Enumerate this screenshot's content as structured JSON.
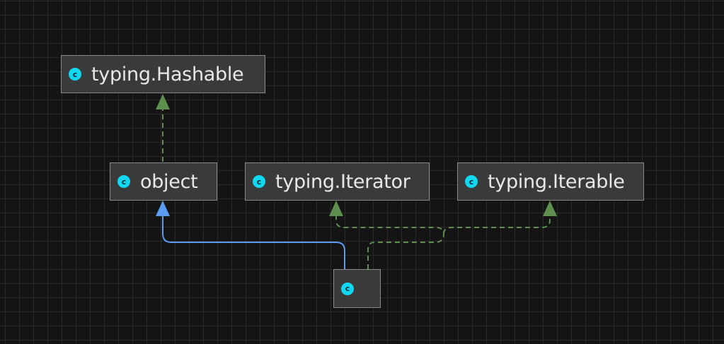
{
  "diagram": {
    "icon_letter": "c",
    "icon_color": "#10d8f0",
    "node_bg": "#3a3a3a",
    "node_border": "#8a8a8a",
    "inherit_edge_color": "#5b9bf0",
    "implement_edge_color": "#5f8f4e",
    "nodes": [
      {
        "id": "hashable",
        "label": "typing.Hashable"
      },
      {
        "id": "object",
        "label": "object"
      },
      {
        "id": "iterator",
        "label": "typing.Iterator"
      },
      {
        "id": "iterable",
        "label": "typing.Iterable"
      },
      {
        "id": "subject",
        "label": ""
      }
    ],
    "edges": [
      {
        "from": "object",
        "to": "hashable",
        "kind": "implements"
      },
      {
        "from": "subject",
        "to": "object",
        "kind": "inherits"
      },
      {
        "from": "subject",
        "to": "iterator",
        "kind": "implements"
      },
      {
        "from": "subject",
        "to": "iterable",
        "kind": "implements"
      }
    ]
  }
}
